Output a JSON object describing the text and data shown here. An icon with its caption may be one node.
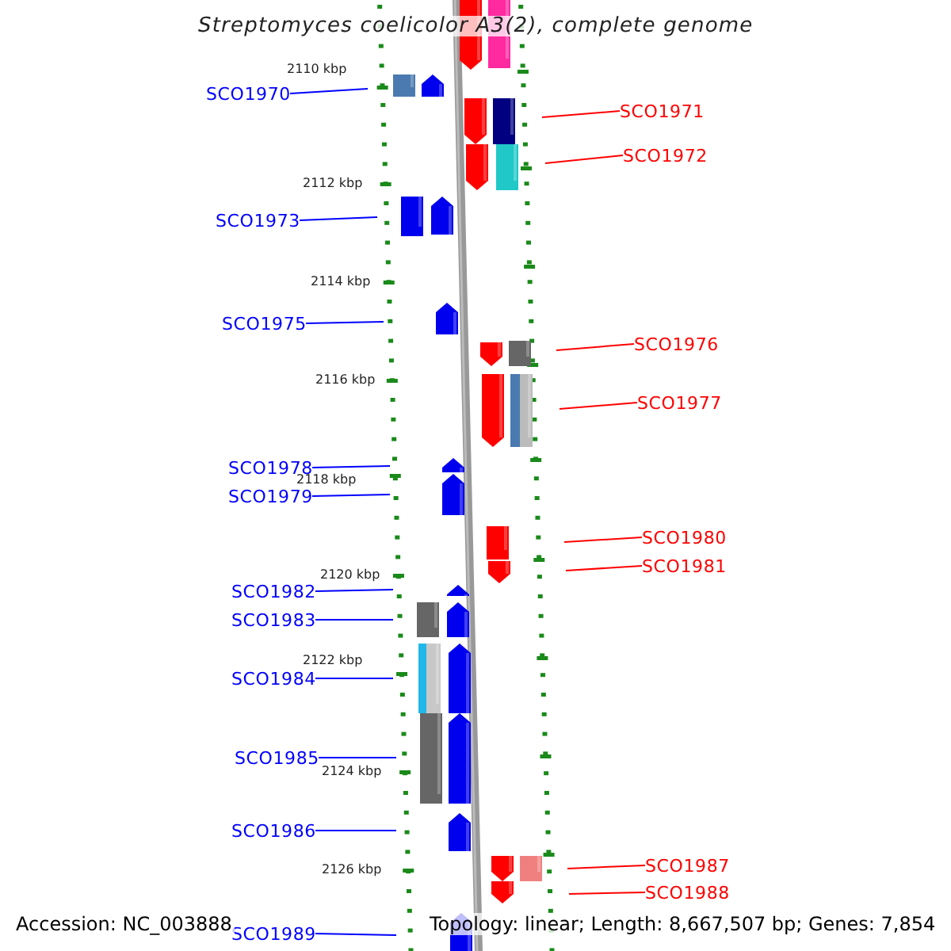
{
  "diagram": {
    "title": "Streptomyces coelicolor A3(2), complete genome",
    "nodes": [
      {
        "text": [
          "SCO1970"
        ]
      },
      {
        "text": [
          "SCO1971"
        ]
      },
      {
        "text": [
          "SCO1972"
        ]
      },
      {
        "text": [
          "SCO1973"
        ]
      },
      {
        "text": [
          "SCO1975"
        ]
      },
      {
        "text": [
          "SCO1976"
        ]
      },
      {
        "text": [
          "SCO1977"
        ]
      },
      {
        "text": [
          "SCO1978"
        ]
      },
      {
        "text": [
          "SCO1979"
        ]
      },
      {
        "text": [
          "SCO1980"
        ]
      },
      {
        "text": [
          "SCO1981"
        ]
      },
      {
        "text": [
          "SCO1982"
        ]
      },
      {
        "text": [
          "SCO1983"
        ]
      },
      {
        "text": [
          "SCO1984"
        ]
      },
      {
        "text": [
          "SCO1985"
        ]
      },
      {
        "text": [
          "SCO1986"
        ]
      },
      {
        "text": [
          "SCO1987"
        ]
      },
      {
        "text": [
          "SCO1988"
        ]
      },
      {
        "text": [
          "SCO1989"
        ]
      }
    ],
    "edges": [
      {
        "from": 0,
        "to": null,
        "arrow": "none"
      },
      {
        "from": 1,
        "to": null,
        "arrow": "none",
        "color": "#ff0000"
      },
      {
        "from": 2,
        "to": null,
        "arrow": "none",
        "color": "#ff0000"
      },
      {
        "from": 3,
        "to": null,
        "arrow": "none"
      },
      {
        "from": 4,
        "to": null,
        "arrow": "none"
      },
      {
        "from": 5,
        "to": null,
        "arrow": "none",
        "color": "#ff0000"
      },
      {
        "from": 6,
        "to": null,
        "arrow": "none",
        "color": "#ff0000"
      },
      {
        "from": 7,
        "to": null,
        "arrow": "none"
      },
      {
        "from": 8,
        "to": null,
        "arrow": "none"
      },
      {
        "from": 9,
        "to": null,
        "arrow": "none",
        "color": "#ff0000"
      },
      {
        "from": 10,
        "to": null,
        "arrow": "none",
        "color": "#ff0000"
      },
      {
        "from": 11,
        "to": null,
        "arrow": "none"
      },
      {
        "from": 12,
        "to": null,
        "arrow": "none"
      },
      {
        "from": 13,
        "to": null,
        "arrow": "none"
      },
      {
        "from": 14,
        "to": null,
        "arrow": "none"
      },
      {
        "from": 15,
        "to": null,
        "arrow": "none"
      },
      {
        "from": 16,
        "to": null,
        "arrow": "none",
        "color": "#ff0000"
      },
      {
        "from": 17,
        "to": null,
        "arrow": "none",
        "color": "#ff0000"
      },
      {
        "from": 18,
        "to": null,
        "arrow": "none"
      }
    ],
    "labels": [
      "2110 kbp",
      "2112 kbp",
      "2114 kbp",
      "2116 kbp",
      "2118 kbp",
      "2120 kbp",
      "2122 kbp",
      "2124 kbp",
      "2126 kbp",
      "Accession: NC_003888",
      "Topology: linear; Length: 8,667,507 bp; Genes: 7,854"
    ]
  }
}
